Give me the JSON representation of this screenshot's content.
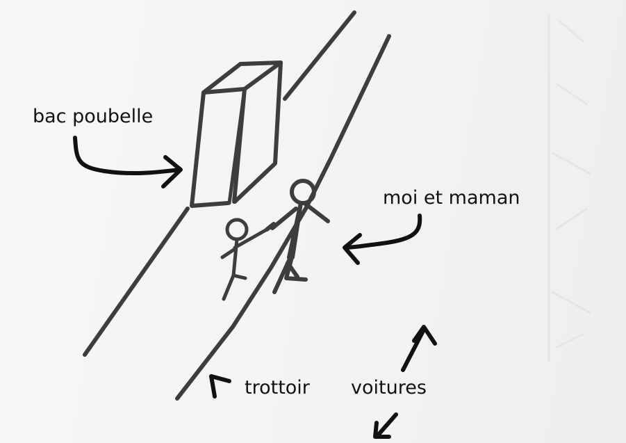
{
  "labels": {
    "trash_bin": "bac poubelle",
    "me_and_mom": "moi et maman",
    "sidewalk": "trottoir",
    "cars": "voitures"
  },
  "colors": {
    "paper": "#f4f4f2",
    "pencil": "#3d3d3d",
    "marker": "#111111"
  }
}
